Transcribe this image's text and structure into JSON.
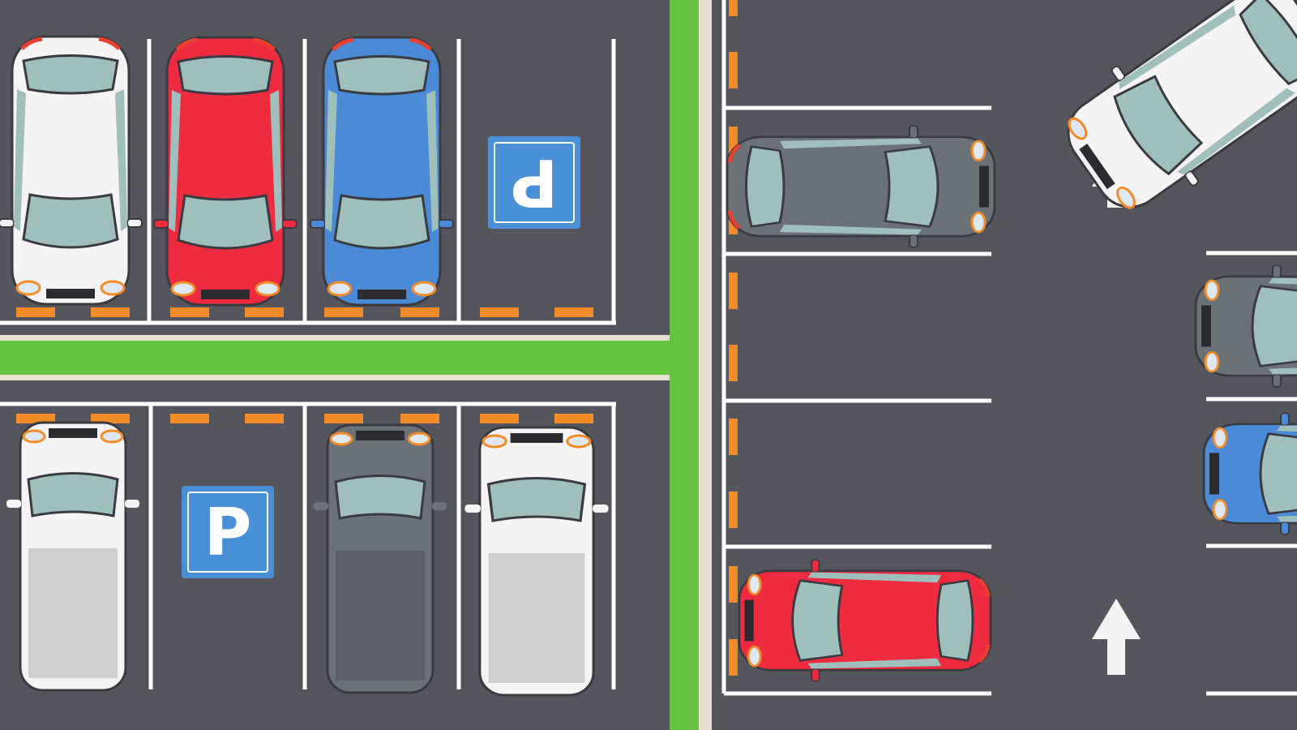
{
  "colors": {
    "asphalt": "#55555e",
    "grass": "#66c443",
    "curb": "#e6dfcf",
    "line": "#ffffff",
    "dash": "#f28c28",
    "sign": "#4a90d6"
  },
  "signs": [
    {
      "label": "P",
      "orientation": "upside-down"
    },
    {
      "label": "P",
      "orientation": "upright"
    }
  ],
  "cars": [
    {
      "id": "white-car-top-1",
      "color": "#f5f3f4"
    },
    {
      "id": "red-car-top-2",
      "color": "#ee2b3f"
    },
    {
      "id": "blue-car-top-3",
      "color": "#4a8ad6"
    },
    {
      "id": "white-truck-bottom-1",
      "color": "#f5f3f4"
    },
    {
      "id": "gray-truck-bottom-3",
      "color": "#6a7177"
    },
    {
      "id": "white-van-bottom-4",
      "color": "#f5f3f4"
    },
    {
      "id": "gray-car-right-1",
      "color": "#6a7177"
    },
    {
      "id": "red-car-right-4",
      "color": "#ee2b3f"
    },
    {
      "id": "gray-car-edge",
      "color": "#6a7177"
    },
    {
      "id": "blue-car-edge",
      "color": "#4a8ad6"
    },
    {
      "id": "white-car-driving",
      "color": "#f5f3f4"
    }
  ]
}
